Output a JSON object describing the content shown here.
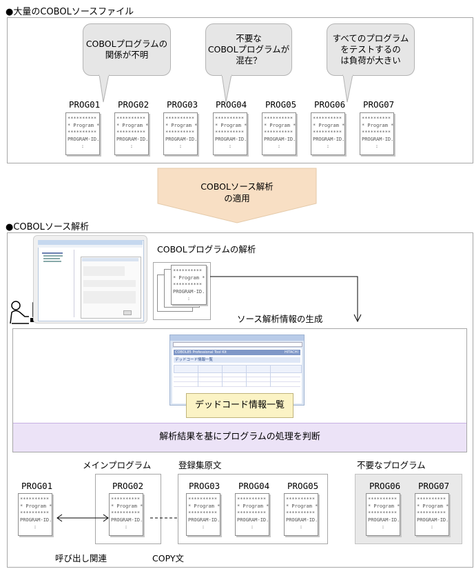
{
  "section1": {
    "title": "●大量のCOBOLソースファイル",
    "bubbles": [
      {
        "text": "COBOLプログラムの\n関係が不明"
      },
      {
        "text": "不要な\nCOBOLプログラムが\n混在？"
      },
      {
        "text": "すべてのプログラム\nをテストするの\nは負荷が大きい"
      }
    ],
    "programs": [
      "PROG01",
      "PROG02",
      "PROG03",
      "PROG04",
      "PROG05",
      "PROG06",
      "PROG07"
    ]
  },
  "doc_lines": {
    "stars": "**********",
    "program": "* Program *",
    "id": "PROGRAM-ID.",
    "dots": ":"
  },
  "arrow": {
    "text": "COBOLソース解析\nの適用"
  },
  "section2": {
    "title": "●COBOLソース解析",
    "analysis_label": "COBOLプログラムの解析",
    "generation_label": "ソース解析情報の生成",
    "dead_code_label": "デッドコード情報一覧",
    "judge_banner": "解析結果を基にプログラムの処理を判断",
    "main_program_label": "メインプログラム",
    "copybook_label": "登録集原文",
    "unneeded_label": "不要なプログラム",
    "call_label": "呼び出し関連",
    "copy_label": "COPY文",
    "bottom_programs": {
      "left": "PROG01",
      "main": "PROG02",
      "copy": [
        "PROG03",
        "PROG04",
        "PROG05"
      ],
      "unneeded": [
        "PROG06",
        "PROG07"
      ]
    },
    "screen_window_title": "COBOL85 Professional Tool Kit",
    "screen_header": "デッドコード情報一覧",
    "screen_brand": "HITACHI"
  },
  "colors": {
    "arrow_fill": "#f8dfc4",
    "banner_fill": "#ece3f7",
    "banner_border": "#b99ad8",
    "bubble_fill": "#e6e6e6",
    "tooltip_fill": "#fbf3c5",
    "unneeded_fill": "#e9e9e9"
  }
}
